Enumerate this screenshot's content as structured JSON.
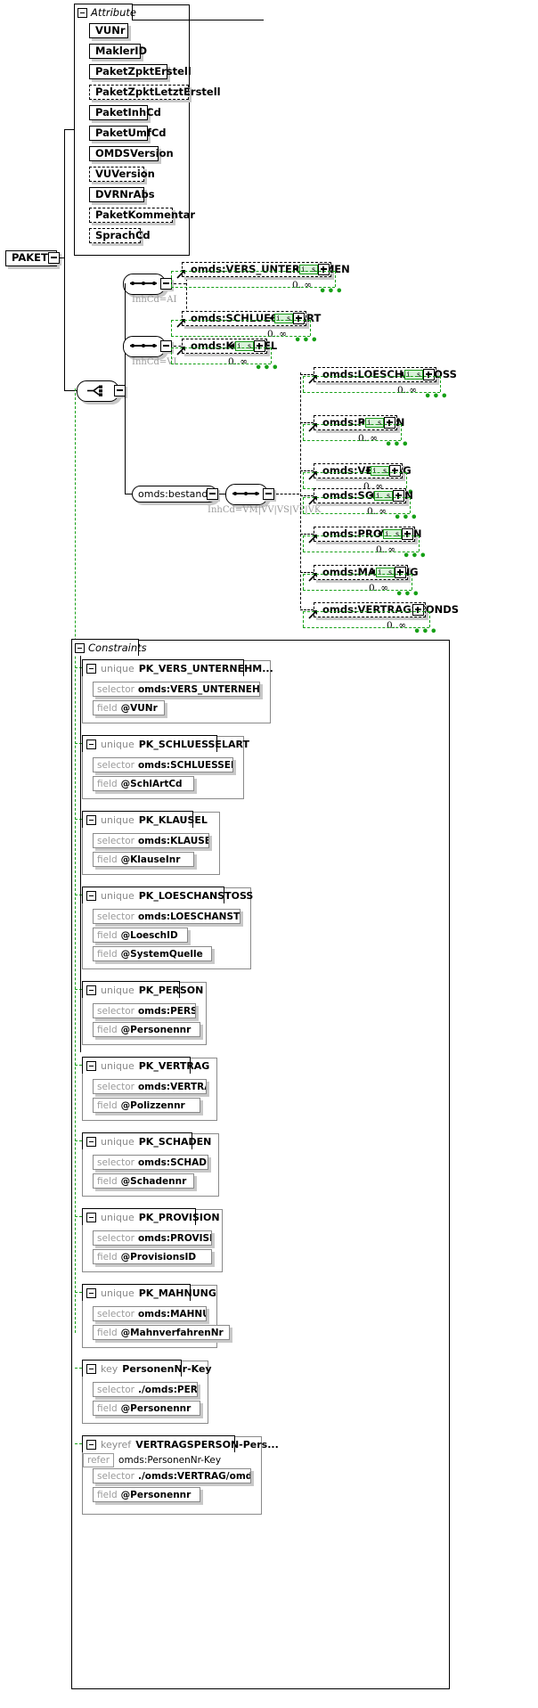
{
  "diagram": {
    "title": "PAKET",
    "root": {
      "label": "PAKET",
      "toggle": "minus-icon"
    },
    "attribute_group": {
      "label": "Attribute",
      "toggle": "minus-icon",
      "attributes": [
        {
          "name": "VUNr",
          "optional": false
        },
        {
          "name": "MaklerID",
          "optional": false
        },
        {
          "name": "PaketZpktErstell",
          "optional": false
        },
        {
          "name": "PaketZpktLetztErstell",
          "optional": true
        },
        {
          "name": "PaketInhCd",
          "optional": false
        },
        {
          "name": "PaketUmfCd",
          "optional": false
        },
        {
          "name": "OMDSVersion",
          "optional": false
        },
        {
          "name": "VUVersion",
          "optional": true
        },
        {
          "name": "DVRNrAbs",
          "optional": false
        },
        {
          "name": "PaketKommentar",
          "optional": true
        },
        {
          "name": "SprachCd",
          "optional": true
        }
      ]
    },
    "choice": {
      "symbol": "choice-icon",
      "toggle": "minus-icon"
    },
    "branches": [
      {
        "compositor": "sequence-icon",
        "annotation": "InhCd=AI",
        "elements": [
          {
            "name": "omds:VERS_UNTERNEHMEN",
            "badge": "i s",
            "cardinality": "0..∞",
            "expand": "plus-icon"
          },
          {
            "name": "omds:SCHLUESSELART",
            "badge": "i s",
            "cardinality": "0..∞",
            "expand": "plus-icon"
          }
        ]
      },
      {
        "compositor": "sequence-icon",
        "annotation": "InhCd=VI",
        "elements": [
          {
            "name": "omds:KLAUSEL",
            "badge": "i s",
            "cardinality": "0..∞",
            "expand": "plus-icon"
          }
        ]
      },
      {
        "group_name": "omds:bestand",
        "group_toggle": "minus-icon",
        "compositor": "sequence-icon",
        "annotation": "InhCd=VM|VV|VS|VP|VK",
        "elements": [
          {
            "name": "omds:LOESCHANSTOSS",
            "badge": "i s",
            "cardinality": "0..∞",
            "expand": "plus-icon"
          },
          {
            "name": "omds:PERSON",
            "badge": "i s",
            "cardinality": "0..∞",
            "expand": "plus-icon"
          },
          {
            "name": "omds:VERTRAG",
            "badge": "i s",
            "cardinality": "0..∞",
            "expand": "plus-icon"
          },
          {
            "name": "omds:SCHADEN",
            "badge": "i s",
            "cardinality": "0..∞",
            "expand": "plus-icon"
          },
          {
            "name": "omds:PROVISION",
            "badge": "i s",
            "cardinality": "0..∞",
            "expand": "plus-icon"
          },
          {
            "name": "omds:MAHNUNG",
            "badge": "i s",
            "cardinality": "0..∞",
            "expand": "plus-icon"
          },
          {
            "name": "omds:VERTRAGSFONDS",
            "badge": "",
            "cardinality": "0..∞",
            "expand": "plus-icon"
          }
        ]
      }
    ],
    "constraints_group": {
      "label": "Constraints",
      "toggle": "minus-icon",
      "items": [
        {
          "kind": "unique",
          "name": "PK_VERS_UNTERNEHM...",
          "refer": null,
          "selector": "omds:VERS_UNTERNEHM...",
          "field": "@VUNr"
        },
        {
          "kind": "unique",
          "name": "PK_SCHLUESSELART",
          "refer": null,
          "selector": "omds:SCHLUESSELART",
          "field": "@SchlArtCd"
        },
        {
          "kind": "unique",
          "name": "PK_KLAUSEL",
          "refer": null,
          "selector": "omds:KLAUSEL",
          "field": "@KlauseInr"
        },
        {
          "kind": "unique",
          "name": "PK_LOESCHANSTOSS",
          "refer": null,
          "selector": "omds:LOESCHANSTOSS",
          "field": "@LoeschID",
          "field2": "@SystemQuelle"
        },
        {
          "kind": "unique",
          "name": "PK_PERSON",
          "refer": null,
          "selector": "omds:PERSON",
          "field": "@Personennr"
        },
        {
          "kind": "unique",
          "name": "PK_VERTRAG",
          "refer": null,
          "selector": "omds:VERTRAG",
          "field": "@Polizzennr"
        },
        {
          "kind": "unique",
          "name": "PK_SCHADEN",
          "refer": null,
          "selector": "omds:SCHADEN",
          "field": "@Schadennr"
        },
        {
          "kind": "unique",
          "name": "PK_PROVISION",
          "refer": null,
          "selector": "omds:PROVISION",
          "field": "@ProvisionsID"
        },
        {
          "kind": "unique",
          "name": "PK_MAHNUNG",
          "refer": null,
          "selector": "omds:MAHNUNG",
          "field": "@MahnverfahrenNr"
        },
        {
          "kind": "key",
          "name": "PersonenNr-Key",
          "refer": null,
          "selector": "./omds:PERSON",
          "field": "@Personennr"
        },
        {
          "kind": "keyref",
          "name": "VERTRAGSPERSON-Pers...",
          "refer": "omds:PersonenNr-Key",
          "selector": "./omds:VERTRAG/omds:V...",
          "field": "@Personennr"
        }
      ],
      "labels": {
        "selector": "selector",
        "field": "field",
        "refer": "refer"
      }
    },
    "colors": {
      "line": "#000000",
      "reference_green": "#16a016",
      "badge_fill": "#d9f2d9",
      "shadow": "#c8c8c8",
      "muted_text": "#9a9a9a"
    }
  }
}
